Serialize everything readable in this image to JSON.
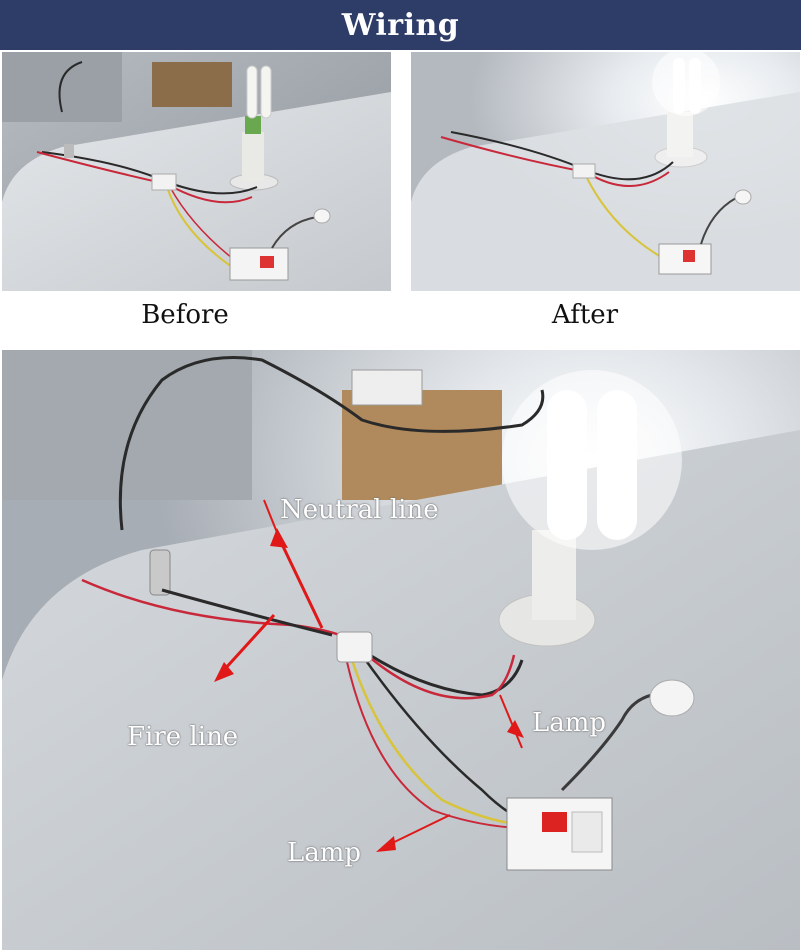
{
  "banner": {
    "title": "Wiring"
  },
  "captions": {
    "before": "Before",
    "after": "After"
  },
  "annotations": {
    "neutral": "Neutral line",
    "fire": "Fire line",
    "lamp_upper": "Lamp",
    "lamp_lower": "Lamp"
  },
  "colors": {
    "banner": "#2e3d68",
    "arrow": "#e01818",
    "wire_red": "#c8283a",
    "wire_black": "#2a2a2a",
    "wire_yellow": "#d8c43a"
  }
}
